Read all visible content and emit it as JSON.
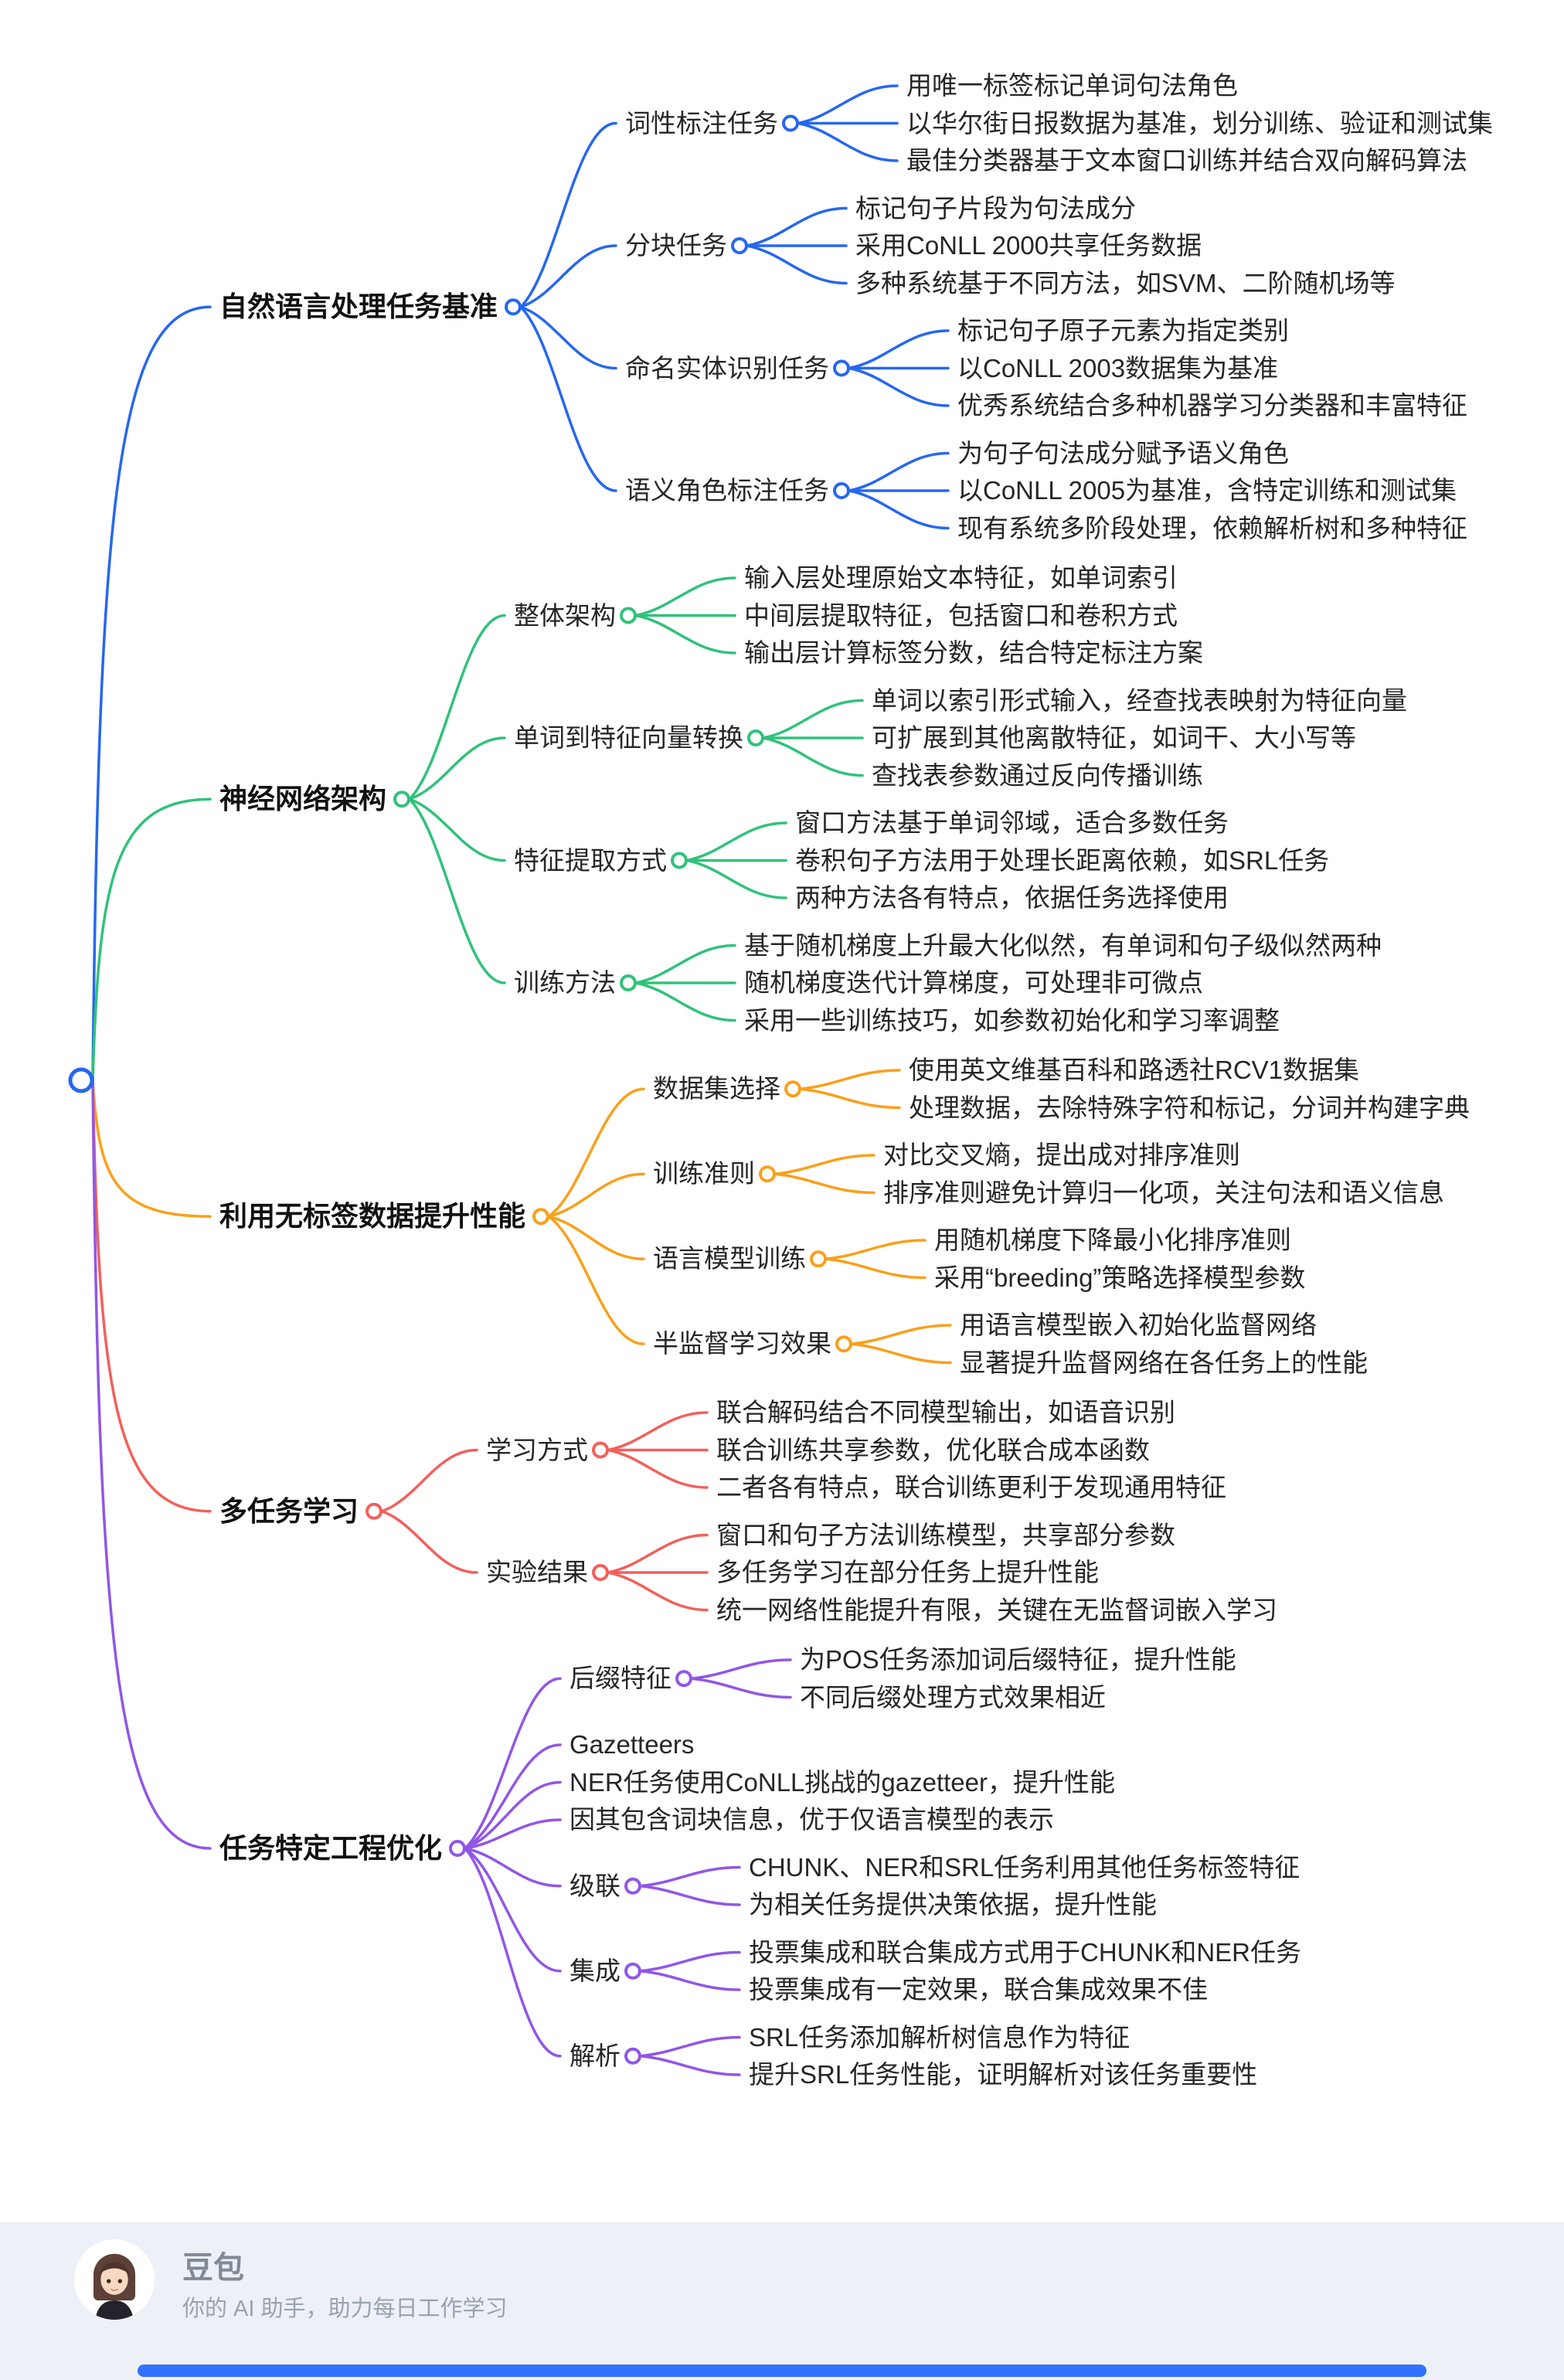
{
  "mindmap": {
    "root_color": "#2667EF",
    "branches": [
      {
        "label": "自然语言处理任务基准",
        "color": "#2667EF",
        "children": [
          {
            "label": "词性标注任务",
            "leaves": [
              "用唯一标签标记单词句法角色",
              "以华尔街日报数据为基准，划分训练、验证和测试集",
              "最佳分类器基于文本窗口训练并结合双向解码算法"
            ]
          },
          {
            "label": "分块任务",
            "leaves": [
              "标记句子片段为句法成分",
              "采用CoNLL 2000共享任务数据",
              "多种系统基于不同方法，如SVM、二阶随机场等"
            ]
          },
          {
            "label": "命名实体识别任务",
            "leaves": [
              "标记句子原子元素为指定类别",
              "以CoNLL 2003数据集为基准",
              "优秀系统结合多种机器学习分类器和丰富特征"
            ]
          },
          {
            "label": "语义角色标注任务",
            "leaves": [
              "为句子句法成分赋予语义角色",
              "以CoNLL 2005为基准，含特定训练和测试集",
              "现有系统多阶段处理，依赖解析树和多种特征"
            ]
          }
        ]
      },
      {
        "label": "神经网络架构",
        "color": "#30C27A",
        "children": [
          {
            "label": "整体架构",
            "leaves": [
              "输入层处理原始文本特征，如单词索引",
              "中间层提取特征，包括窗口和卷积方式",
              "输出层计算标签分数，结合特定标注方案"
            ]
          },
          {
            "label": "单词到特征向量转换",
            "leaves": [
              "单词以索引形式输入，经查找表映射为特征向量",
              "可扩展到其他离散特征，如词干、大小写等",
              "查找表参数通过反向传播训练"
            ]
          },
          {
            "label": "特征提取方式",
            "leaves": [
              "窗口方法基于单词邻域，适合多数任务",
              "卷积句子方法用于处理长距离依赖，如SRL任务",
              "两种方法各有特点，依据任务选择使用"
            ]
          },
          {
            "label": "训练方法",
            "leaves": [
              "基于随机梯度上升最大化似然，有单词和句子级似然两种",
              "随机梯度迭代计算梯度，可处理非可微点",
              "采用一些训练技巧，如参数初始化和学习率调整"
            ]
          }
        ]
      },
      {
        "label": "利用无标签数据提升性能",
        "color": "#F9A01B",
        "children": [
          {
            "label": "数据集选择",
            "leaves": [
              "使用英文维基百科和路透社RCV1数据集",
              "处理数据，去除特殊字符和标记，分词并构建字典"
            ]
          },
          {
            "label": "训练准则",
            "leaves": [
              "对比交叉熵，提出成对排序准则",
              "排序准则避免计算归一化项，关注句法和语义信息"
            ]
          },
          {
            "label": "语言模型训练",
            "leaves": [
              "用随机梯度下降最小化排序准则",
              "采用“breeding”策略选择模型参数"
            ]
          },
          {
            "label": "半监督学习效果",
            "leaves": [
              "用语言模型嵌入初始化监督网络",
              "显著提升监督网络在各任务上的性能"
            ]
          }
        ]
      },
      {
        "label": "多任务学习",
        "color": "#F2605C",
        "children": [
          {
            "label": "学习方式",
            "leaves": [
              "联合解码结合不同模型输出，如语音识别",
              "联合训练共享参数，优化联合成本函数",
              "二者各有特点，联合训练更利于发现通用特征"
            ]
          },
          {
            "label": "实验结果",
            "leaves": [
              "窗口和句子方法训练模型，共享部分参数",
              "多任务学习在部分任务上提升性能",
              "统一网络性能提升有限，关键在无监督词嵌入学习"
            ]
          }
        ]
      },
      {
        "label": "任务特定工程优化",
        "color": "#9156E6",
        "children": [
          {
            "label": "后缀特征",
            "leaves": [
              "为POS任务添加词后缀特征，提升性能",
              "不同后缀处理方式效果相近"
            ]
          },
          {
            "leaves": [
              "Gazetteers",
              "NER任务使用CoNLL挑战的gazetteer，提升性能",
              "因其包含词块信息，优于仅语言模型的表示"
            ]
          },
          {
            "label": "级联",
            "leaves": [
              "CHUNK、NER和SRL任务利用其他任务标签特征",
              "为相关任务提供决策依据，提升性能"
            ]
          },
          {
            "label": "集成",
            "leaves": [
              "投票集成和联合集成方式用于CHUNK和NER任务",
              "投票集成有一定效果，联合集成效果不佳"
            ]
          },
          {
            "label": "解析",
            "leaves": [
              "SRL任务添加解析树信息作为特征",
              "提升SRL任务性能，证明解析对该任务重要性"
            ]
          }
        ]
      }
    ]
  },
  "footer": {
    "title": "豆包",
    "subtitle": "你的 AI 助手，助力每日工作学习",
    "accent_color": "#3370FF",
    "band_color": "#EDF0F7"
  }
}
